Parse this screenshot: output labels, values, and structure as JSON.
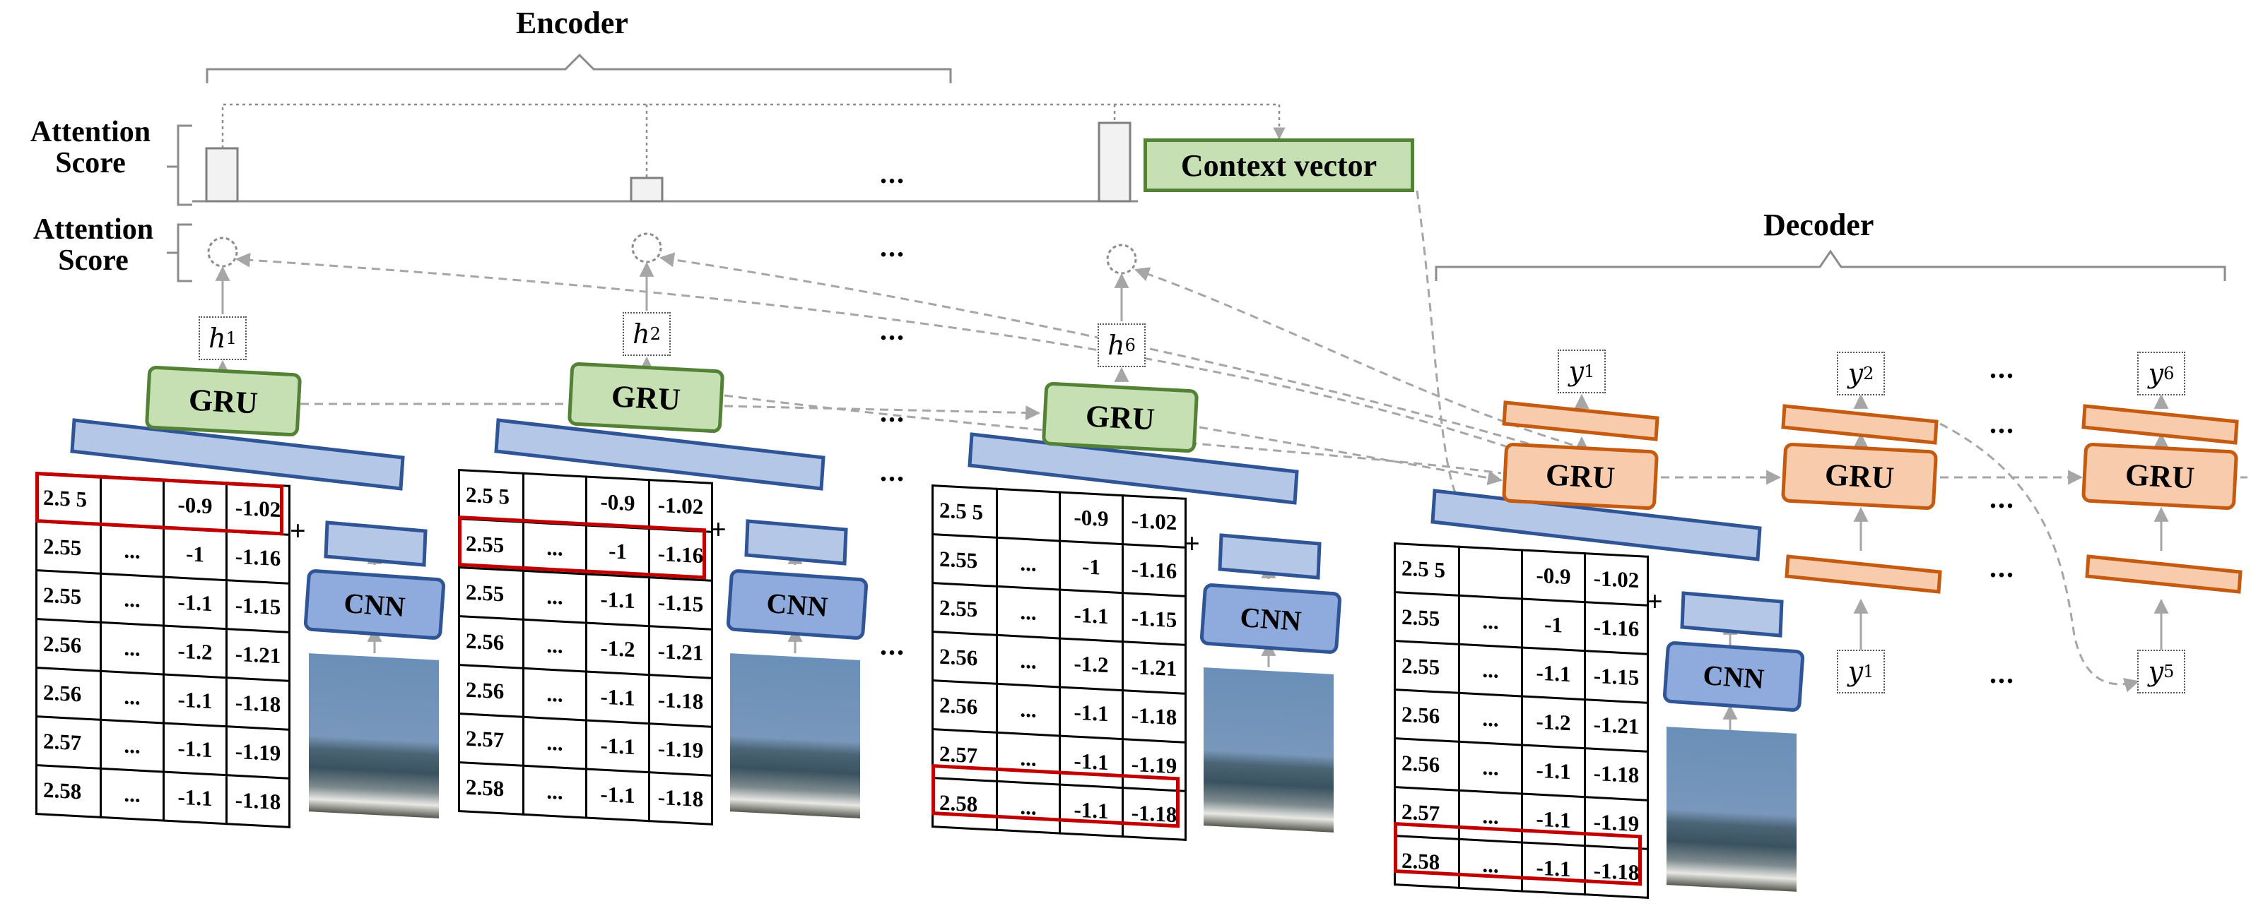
{
  "labels": {
    "encoder": "Encoder",
    "decoder": "Decoder",
    "attention_score_top": "Attention\nScore",
    "attention_score_bottom": "Attention\nScore",
    "context_vector": "Context vector",
    "ellipsis": "...",
    "plus": "+"
  },
  "modules": {
    "gru": "GRU",
    "cnn": "CNN"
  },
  "hidden_states": [
    {
      "sym": "h",
      "sub": "1"
    },
    {
      "sym": "h",
      "sub": "2"
    },
    {
      "sym": "h",
      "sub": "6"
    }
  ],
  "decoder_outputs": [
    {
      "sym": "y",
      "sub": "1"
    },
    {
      "sym": "y",
      "sub": "2"
    },
    {
      "sym": "y",
      "sub": "6"
    }
  ],
  "decoder_inputs": [
    {
      "sym": "y",
      "sub": "1"
    },
    {
      "sym": "y",
      "sub": "5"
    }
  ],
  "table_rows": [
    [
      "2.5 5",
      "",
      "-0.9",
      "-1.02"
    ],
    [
      "2.55",
      "...",
      "-1",
      "-1.16"
    ],
    [
      "2.55",
      "...",
      "-1.1",
      "-1.15"
    ],
    [
      "2.56",
      "...",
      "-1.2",
      "-1.21"
    ],
    [
      "2.56",
      "...",
      "-1.1",
      "-1.18"
    ],
    [
      "2.57",
      "...",
      "-1.1",
      "-1.19"
    ],
    [
      "2.58",
      "...",
      "-1.1",
      "-1.18"
    ]
  ],
  "colors": {
    "gru_green_fill": "#c6e0b4",
    "gru_green_border": "#538135",
    "gru_orange_fill": "#f8cbad",
    "gru_orange_border": "#c55a11",
    "blue_fill": "#b4c7e7",
    "blue_border": "#2f5597",
    "highlight": "#c00000",
    "arrow": "#a6a6a6"
  }
}
